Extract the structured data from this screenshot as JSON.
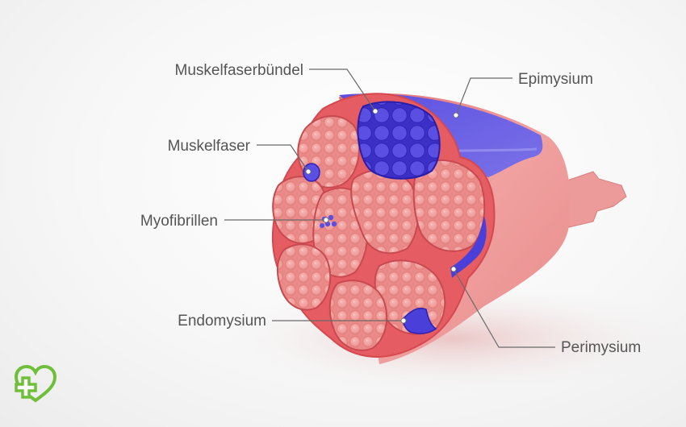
{
  "labels": {
    "muskelfaserbuendel": "Muskelfaserbündel",
    "epimysium": "Epimysium",
    "muskelfaser": "Muskelfaser",
    "myofibrillen": "Myofibrillen",
    "endomysium": "Endomysium",
    "perimysium": "Perimysium"
  },
  "colors": {
    "muscle_red": "#e8787a",
    "muscle_light": "#f4aaa8",
    "connective_blue": "#5a50e0",
    "logo_green": "#6fbf3a",
    "label_text": "#555555"
  },
  "logo": {
    "icon": "heart-cross-icon"
  }
}
